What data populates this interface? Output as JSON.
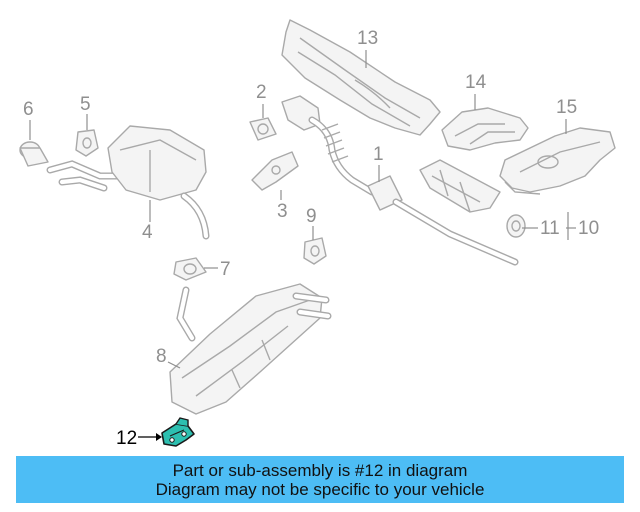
{
  "diagram": {
    "callouts": {
      "c1": "1",
      "c2": "2",
      "c3": "3",
      "c4": "4",
      "c5": "5",
      "c6": "6",
      "c7": "7",
      "c8": "8",
      "c9": "9",
      "c10": "10",
      "c11": "11",
      "c12": "12",
      "c13": "13",
      "c14": "14",
      "c15": "15"
    },
    "highlighted_part": "12",
    "highlight_color": "#2dbfb0"
  },
  "banner": {
    "line1": "Part or sub-assembly is #12 in diagram",
    "line2": "Diagram may not be specific to your vehicle",
    "color": "#4dbdf5"
  }
}
